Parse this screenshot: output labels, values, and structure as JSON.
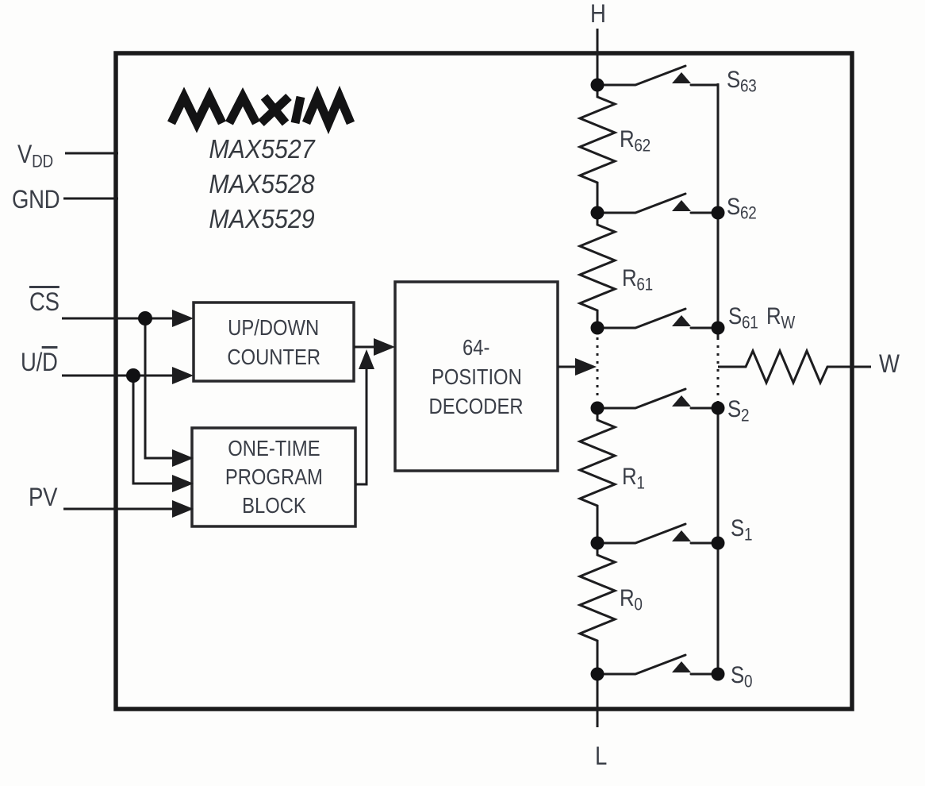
{
  "brand": "MAXIM",
  "parts": [
    "MAX5527",
    "MAX5528",
    "MAX5529"
  ],
  "pins": {
    "vdd": {
      "base": "V",
      "sub": "DD"
    },
    "gnd": {
      "text": "GND"
    },
    "cs": {
      "text": "CS"
    },
    "ud": {
      "prefix": "U/",
      "barred": "D"
    },
    "pv": {
      "text": "PV"
    },
    "h": {
      "text": "H"
    },
    "l": {
      "text": "L"
    },
    "w": {
      "text": "W"
    }
  },
  "blocks": {
    "counter": {
      "lines": [
        "UP/DOWN",
        "COUNTER"
      ]
    },
    "otp": {
      "lines": [
        "ONE-TIME",
        "PROGRAM",
        "BLOCK"
      ]
    },
    "decoder": {
      "lines": [
        "64-",
        "POSITION",
        "DECODER"
      ]
    }
  },
  "resistors": {
    "r62": {
      "base": "R",
      "sub": "62"
    },
    "r61": {
      "base": "R",
      "sub": "61"
    },
    "r1": {
      "base": "R",
      "sub": "1"
    },
    "r0": {
      "base": "R",
      "sub": "0"
    },
    "rw": {
      "base": "R",
      "sub": "W"
    }
  },
  "switches": {
    "s63": {
      "base": "S",
      "sub": "63"
    },
    "s62": {
      "base": "S",
      "sub": "62"
    },
    "s61": {
      "base": "S",
      "sub": "61"
    },
    "s2": {
      "base": "S",
      "sub": "2"
    },
    "s1": {
      "base": "S",
      "sub": "1"
    },
    "s0": {
      "base": "S",
      "sub": "0"
    }
  },
  "colors": {
    "ink": "#1d1d1f",
    "text": "#3a3e47",
    "background": "#fdfdfc"
  }
}
